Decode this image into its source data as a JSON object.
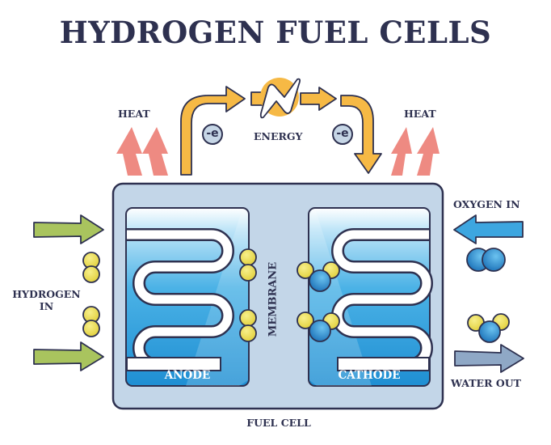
{
  "title": "HYDROGEN FUEL CELLS",
  "labels": {
    "heat_left": "HEAT",
    "heat_right": "HEAT",
    "energy": "ENERGY",
    "electron_left": "-e",
    "electron_right": "-e",
    "hydrogen_in_line1": "HYDROGEN",
    "hydrogen_in_line2": "IN",
    "oxygen_in": "OXYGEN IN",
    "water_out": "WATER OUT",
    "anode": "ANODE",
    "cathode": "CATHODE",
    "membrane": "MEMBRANE",
    "fuel_cell": "FUEL CELL"
  },
  "colors": {
    "title": "#2e3150",
    "outline": "#2e3150",
    "cell_body": "#c3d6e8",
    "electrode_blue": "#2a9ad8",
    "electrode_light": "#8fd0f2",
    "hydrogen_atom": "#e8dc5a",
    "oxygen_atom": "#2f8fd2",
    "hydrogen_arrow": "#a9c45e",
    "oxygen_arrow": "#3da6e0",
    "water_arrow": "#8fa8c6",
    "heat_arrow": "#ee8a82",
    "electron_arrow": "#f6b945",
    "energy_circle": "#f6b945"
  }
}
